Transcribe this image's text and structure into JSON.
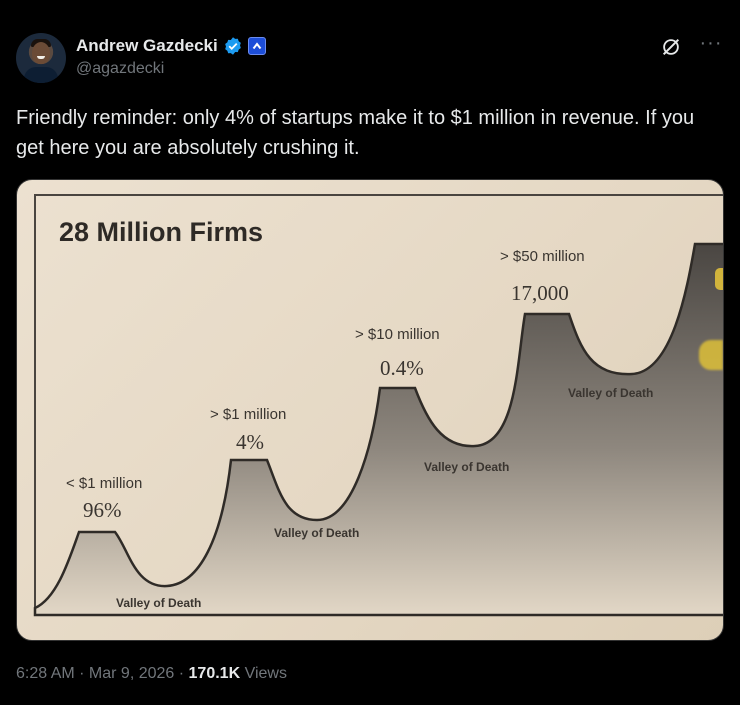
{
  "author": {
    "display_name": "Andrew Gazdecki",
    "handle": "@agazdecki"
  },
  "icons": {
    "verified": "verified-badge-icon",
    "affiliation": "affiliation-badge-icon",
    "grok": "grok-icon",
    "more": "more-options-icon"
  },
  "tweet": {
    "text": "Friendly reminder: only 4% of startups make it to $1 million in revenue. If you get here you are absolutely crushing it."
  },
  "image": {
    "title": "28 Million Firms",
    "stages": [
      {
        "threshold": "< $1 million",
        "value": "96%"
      },
      {
        "threshold": "> $1 million",
        "value": "4%"
      },
      {
        "threshold": "> $10 million",
        "value": "0.4%"
      },
      {
        "threshold": "> $50 million",
        "value": "17,000"
      }
    ],
    "valley_label": "Valley of Death"
  },
  "meta": {
    "time": "6:28 AM",
    "sep1": " · ",
    "date": "Mar 9, 2026",
    "sep2": " · ",
    "views_count": "170.1K",
    "views_label": " Views"
  },
  "colors": {
    "background": "#000000",
    "text": "#e7e9ea",
    "secondary": "#71767b",
    "verified_blue": "#1d9bf0",
    "paper": "#e9dfcc"
  }
}
